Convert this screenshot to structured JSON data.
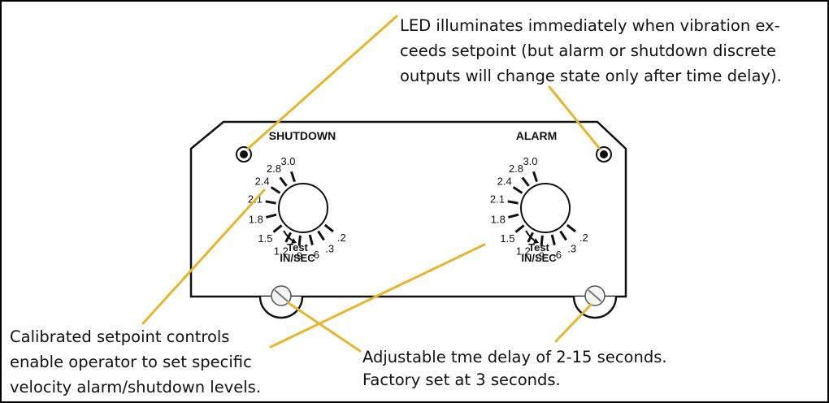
{
  "colors": {
    "leader": "#E8B62C",
    "ink": "#111111",
    "border": "#000000"
  },
  "dials": {
    "shutdown": {
      "label": "SHUTDOWN",
      "ticks": [
        ".2",
        ".3",
        ".6",
        ".9",
        "1.2",
        "1.5",
        "1.8",
        "2.1",
        "2.4",
        "2.8",
        "3.0"
      ],
      "test": "Test",
      "unit": "IN/SEC"
    },
    "alarm": {
      "label": "ALARM",
      "ticks": [
        ".2",
        ".3",
        ".6",
        ".9",
        "1.2",
        "1.5",
        "1.8",
        "2.1",
        "2.4",
        "2.8",
        "3.0"
      ],
      "test": "Test",
      "unit": "IN/SEC"
    }
  },
  "notes": {
    "led": {
      "lines": [
        "LED illuminates immediately when vibration ex-",
        "ceeds setpoint (but alarm or shutdown discrete",
        "outputs will change state only after time delay)."
      ]
    },
    "setpoint": {
      "lines": [
        "Calibrated setpoint controls",
        "enable operator to set specific",
        "velocity alarm/shutdown  levels."
      ]
    },
    "delay": {
      "lines": [
        "Adjustable tme delay of 2-15 seconds.",
        "Factory set at 3 seconds."
      ]
    }
  }
}
